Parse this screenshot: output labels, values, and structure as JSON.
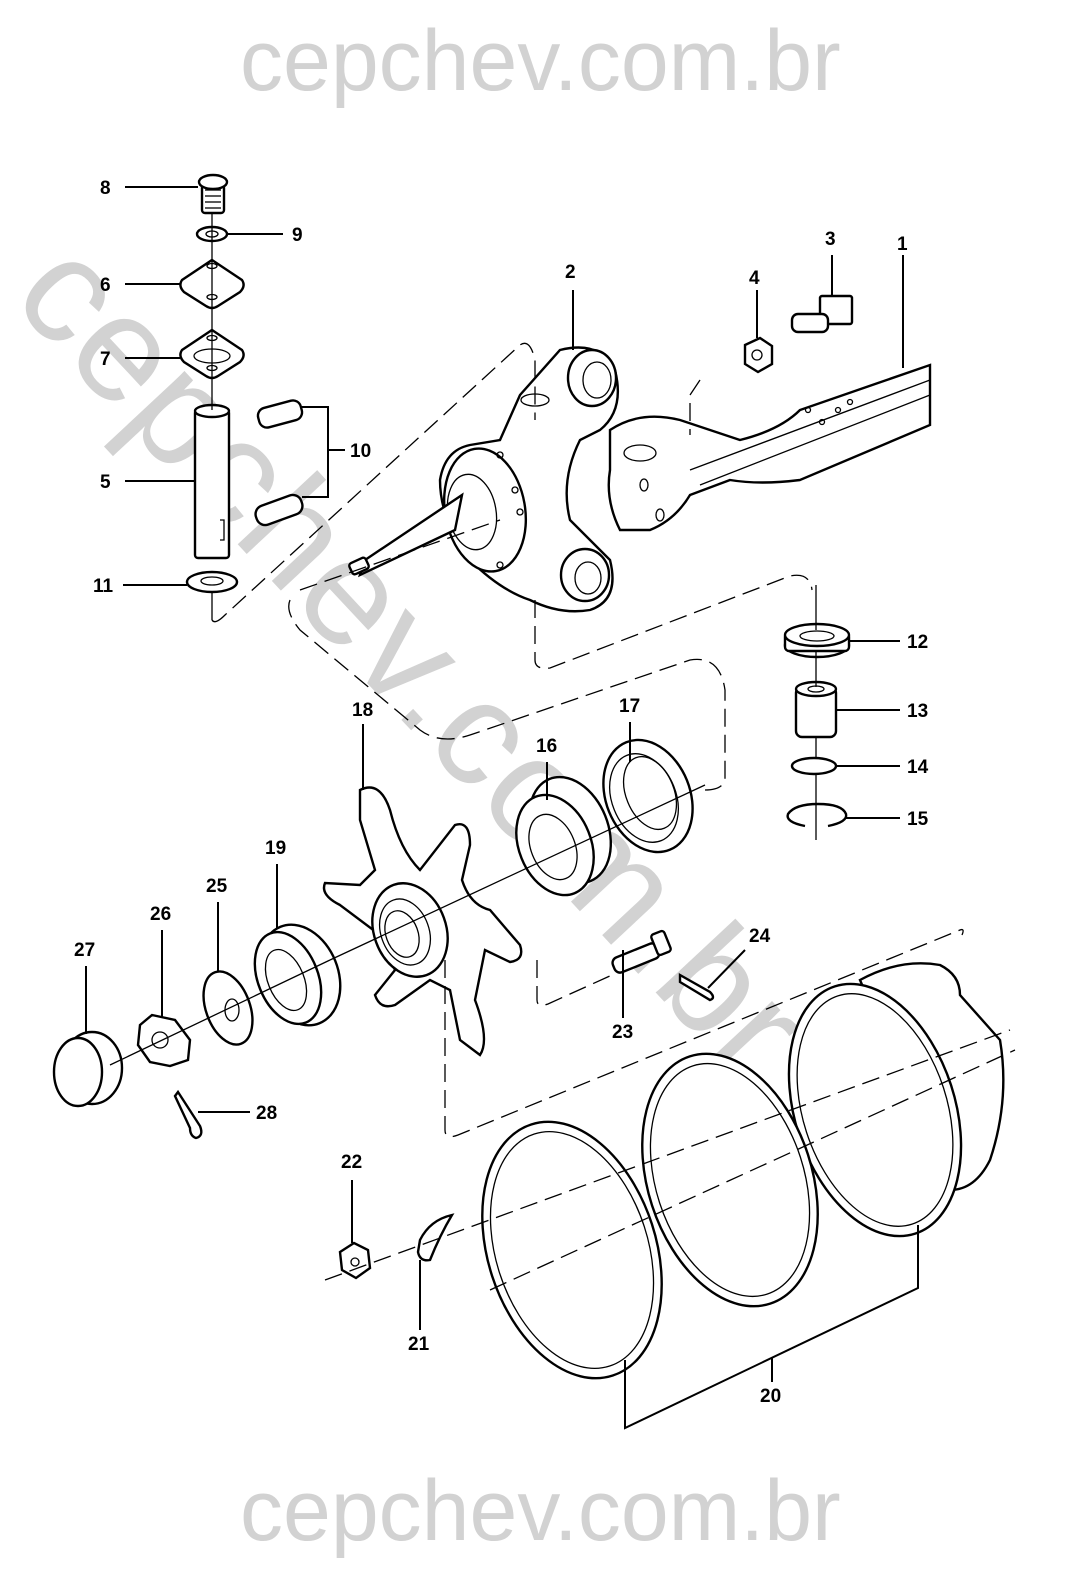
{
  "watermark": {
    "top": "cepchev.com.br",
    "bottom": "cepchev.com.br",
    "diagonal": "cepchev.com.br",
    "color": "#d2d2d2"
  },
  "diagram": {
    "type": "exploded-parts-diagram",
    "subject": "front axle, steering knuckle and wheel hub assembly",
    "callouts": [
      {
        "id": "1",
        "label": "1"
      },
      {
        "id": "2",
        "label": "2"
      },
      {
        "id": "3",
        "label": "3"
      },
      {
        "id": "4",
        "label": "4"
      },
      {
        "id": "5",
        "label": "5"
      },
      {
        "id": "6",
        "label": "6"
      },
      {
        "id": "7",
        "label": "7"
      },
      {
        "id": "8",
        "label": "8"
      },
      {
        "id": "9",
        "label": "9"
      },
      {
        "id": "10",
        "label": "10"
      },
      {
        "id": "11",
        "label": "11"
      },
      {
        "id": "12",
        "label": "12"
      },
      {
        "id": "13",
        "label": "13"
      },
      {
        "id": "14",
        "label": "14"
      },
      {
        "id": "15",
        "label": "15"
      },
      {
        "id": "16",
        "label": "16"
      },
      {
        "id": "17",
        "label": "17"
      },
      {
        "id": "18",
        "label": "18"
      },
      {
        "id": "19",
        "label": "19"
      },
      {
        "id": "20",
        "label": "20"
      },
      {
        "id": "21",
        "label": "21"
      },
      {
        "id": "22",
        "label": "22"
      },
      {
        "id": "23",
        "label": "23"
      },
      {
        "id": "24",
        "label": "24"
      },
      {
        "id": "25",
        "label": "25"
      },
      {
        "id": "26",
        "label": "26"
      },
      {
        "id": "27",
        "label": "27"
      },
      {
        "id": "28",
        "label": "28"
      }
    ]
  }
}
